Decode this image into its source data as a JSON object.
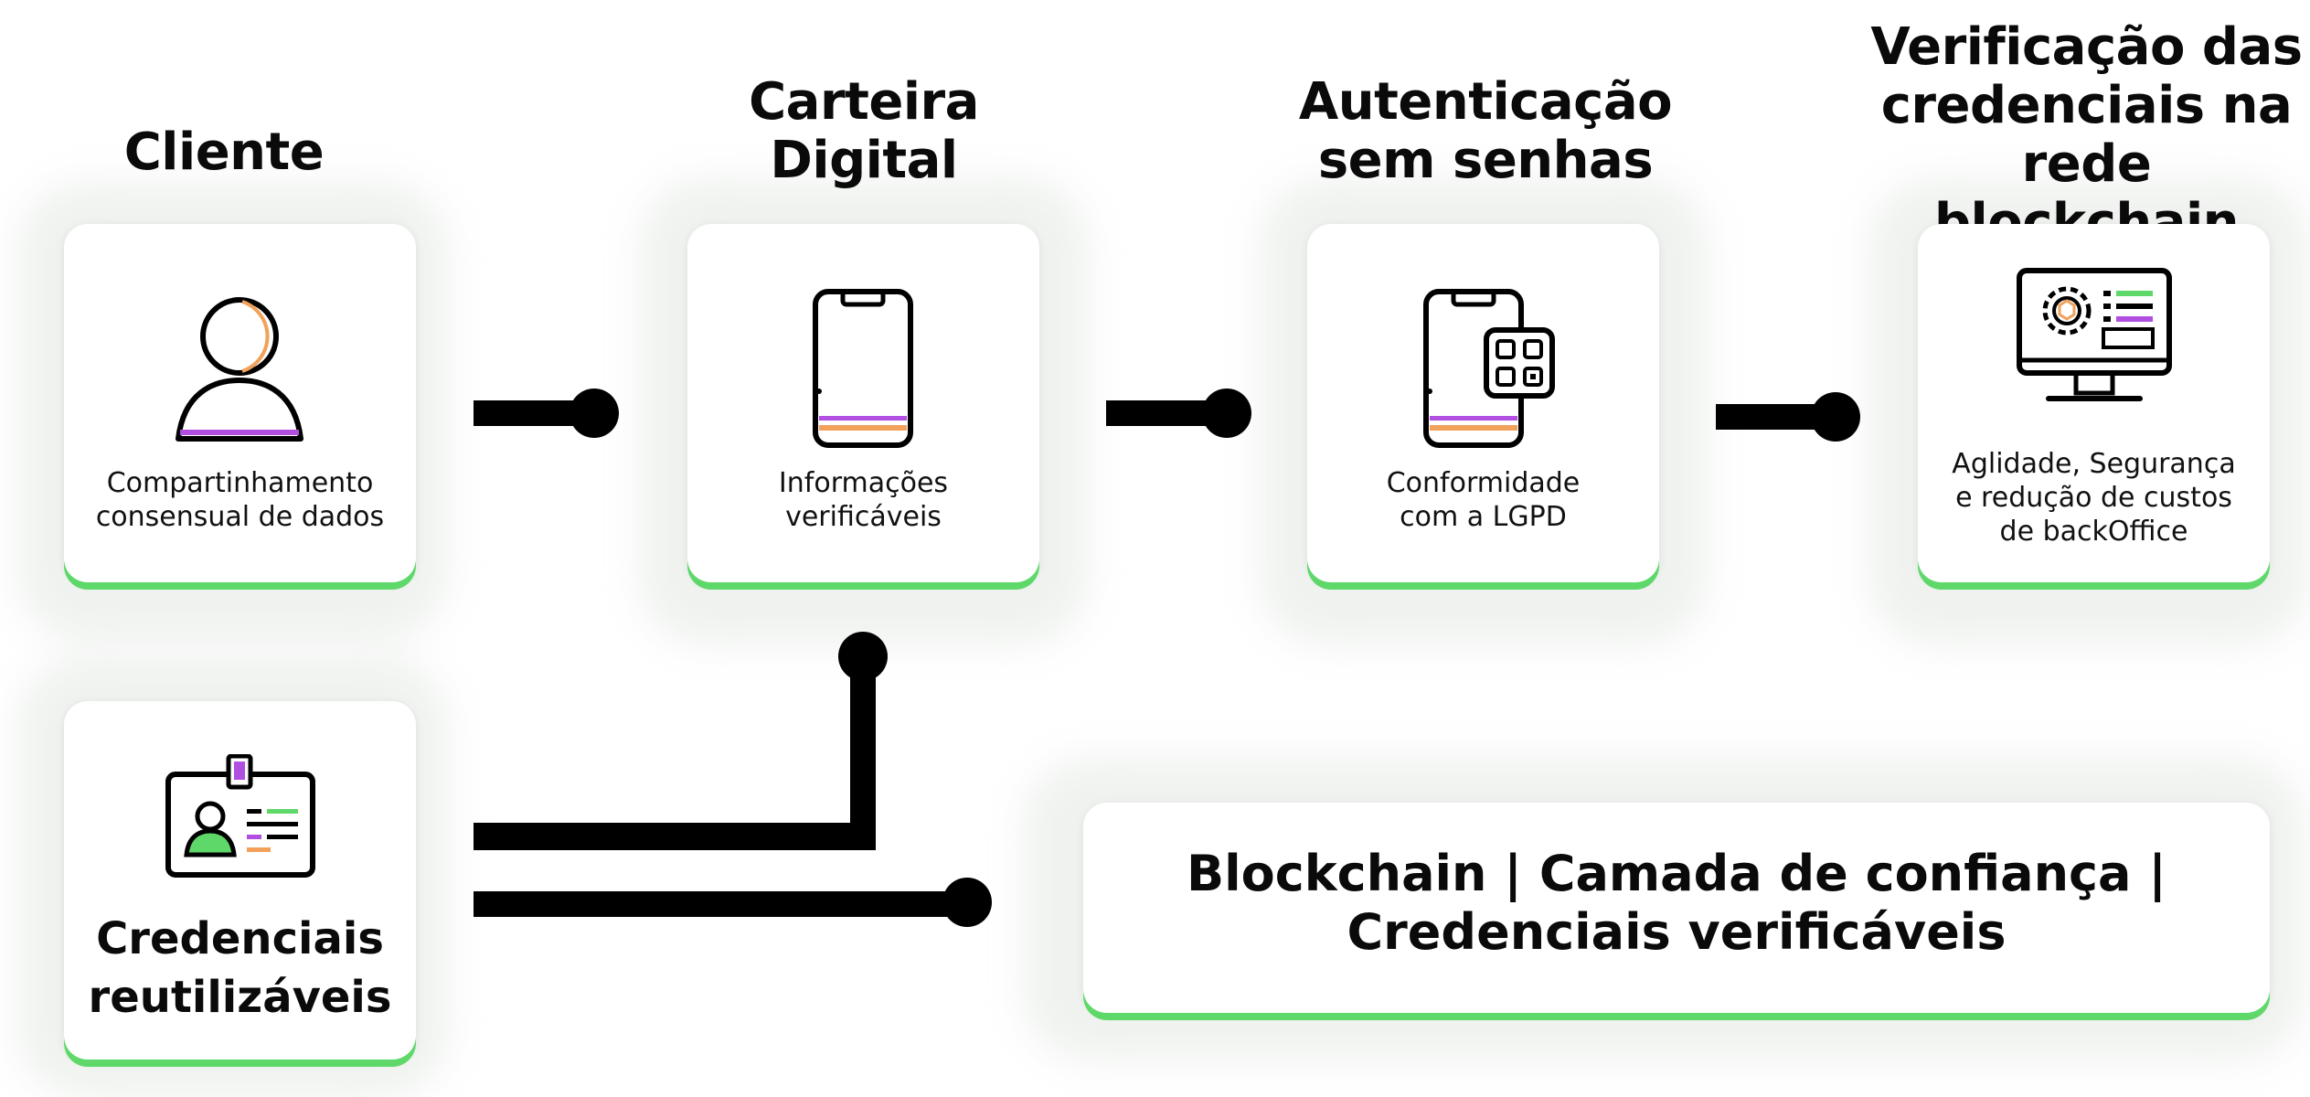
{
  "headings": {
    "cliente": "Cliente",
    "carteira": "Carteira\nDigital",
    "autenticacao": "Autenticação\nsem senhas",
    "verificacao": "Verificação das\ncredenciais na\nrede blockchain"
  },
  "cards": {
    "cliente": {
      "text": "Compartinhamento\nconsensual de dados",
      "icon": "person-icon"
    },
    "carteira": {
      "text": "Informações\nverificáveis",
      "icon": "smartphone-icon"
    },
    "autenticacao": {
      "text": "Conformidade\ncom a LGPD",
      "icon": "smartphone-qr-icon"
    },
    "verificacao": {
      "text": "Aglidade, Segurança\ne redução de custos\nde backOffice",
      "icon": "monitor-gear-icon"
    },
    "credenciais": {
      "title": "Credenciais\nreutilizáveis",
      "icon": "id-badge-icon"
    }
  },
  "banner": {
    "text": "Blockchain | Camada de confiança |\nCredenciais verificáveis"
  },
  "colors": {
    "accent_green": "#5fd86a",
    "connector": "#000000",
    "icon_purple": "#b04fe0",
    "icon_orange": "#f2a15a"
  }
}
